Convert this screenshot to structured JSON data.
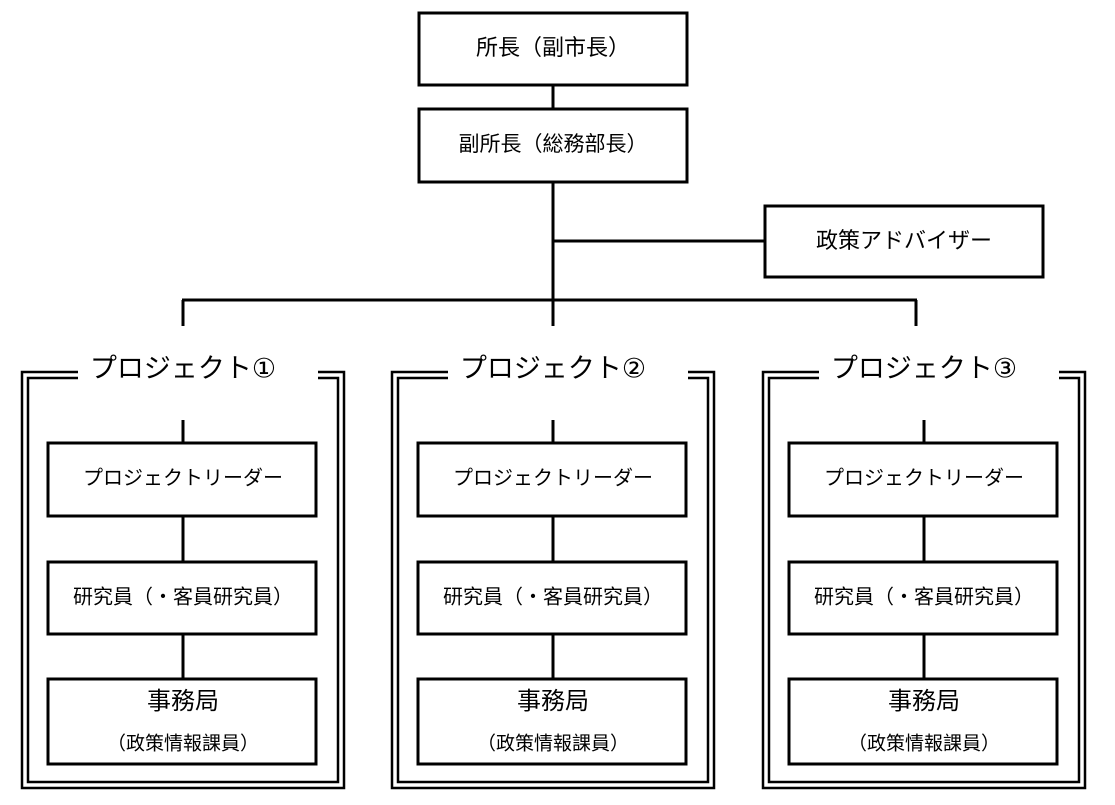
{
  "colors": {
    "line": "#000000",
    "box_fill": "#ffffff",
    "text": "#000000"
  },
  "top": {
    "director": "所長（副市長）",
    "deputy": "副所長（総務部長）",
    "advisor": "政策アドバイザー"
  },
  "projects": [
    {
      "title": "プロジェクト①",
      "leader": "プロジェクトリーダー",
      "researchers": "研究員（・客員研究員）",
      "secretariat": "事務局",
      "secretariat_sub": "（政策情報課員）"
    },
    {
      "title": "プロジェクト②",
      "leader": "プロジェクトリーダー",
      "researchers": "研究員（・客員研究員）",
      "secretariat": "事務局",
      "secretariat_sub": "（政策情報課員）"
    },
    {
      "title": "プロジェクト③",
      "leader": "プロジェクトリーダー",
      "researchers": "研究員（・客員研究員）",
      "secretariat": "事務局",
      "secretariat_sub": "（政策情報課員）"
    }
  ]
}
